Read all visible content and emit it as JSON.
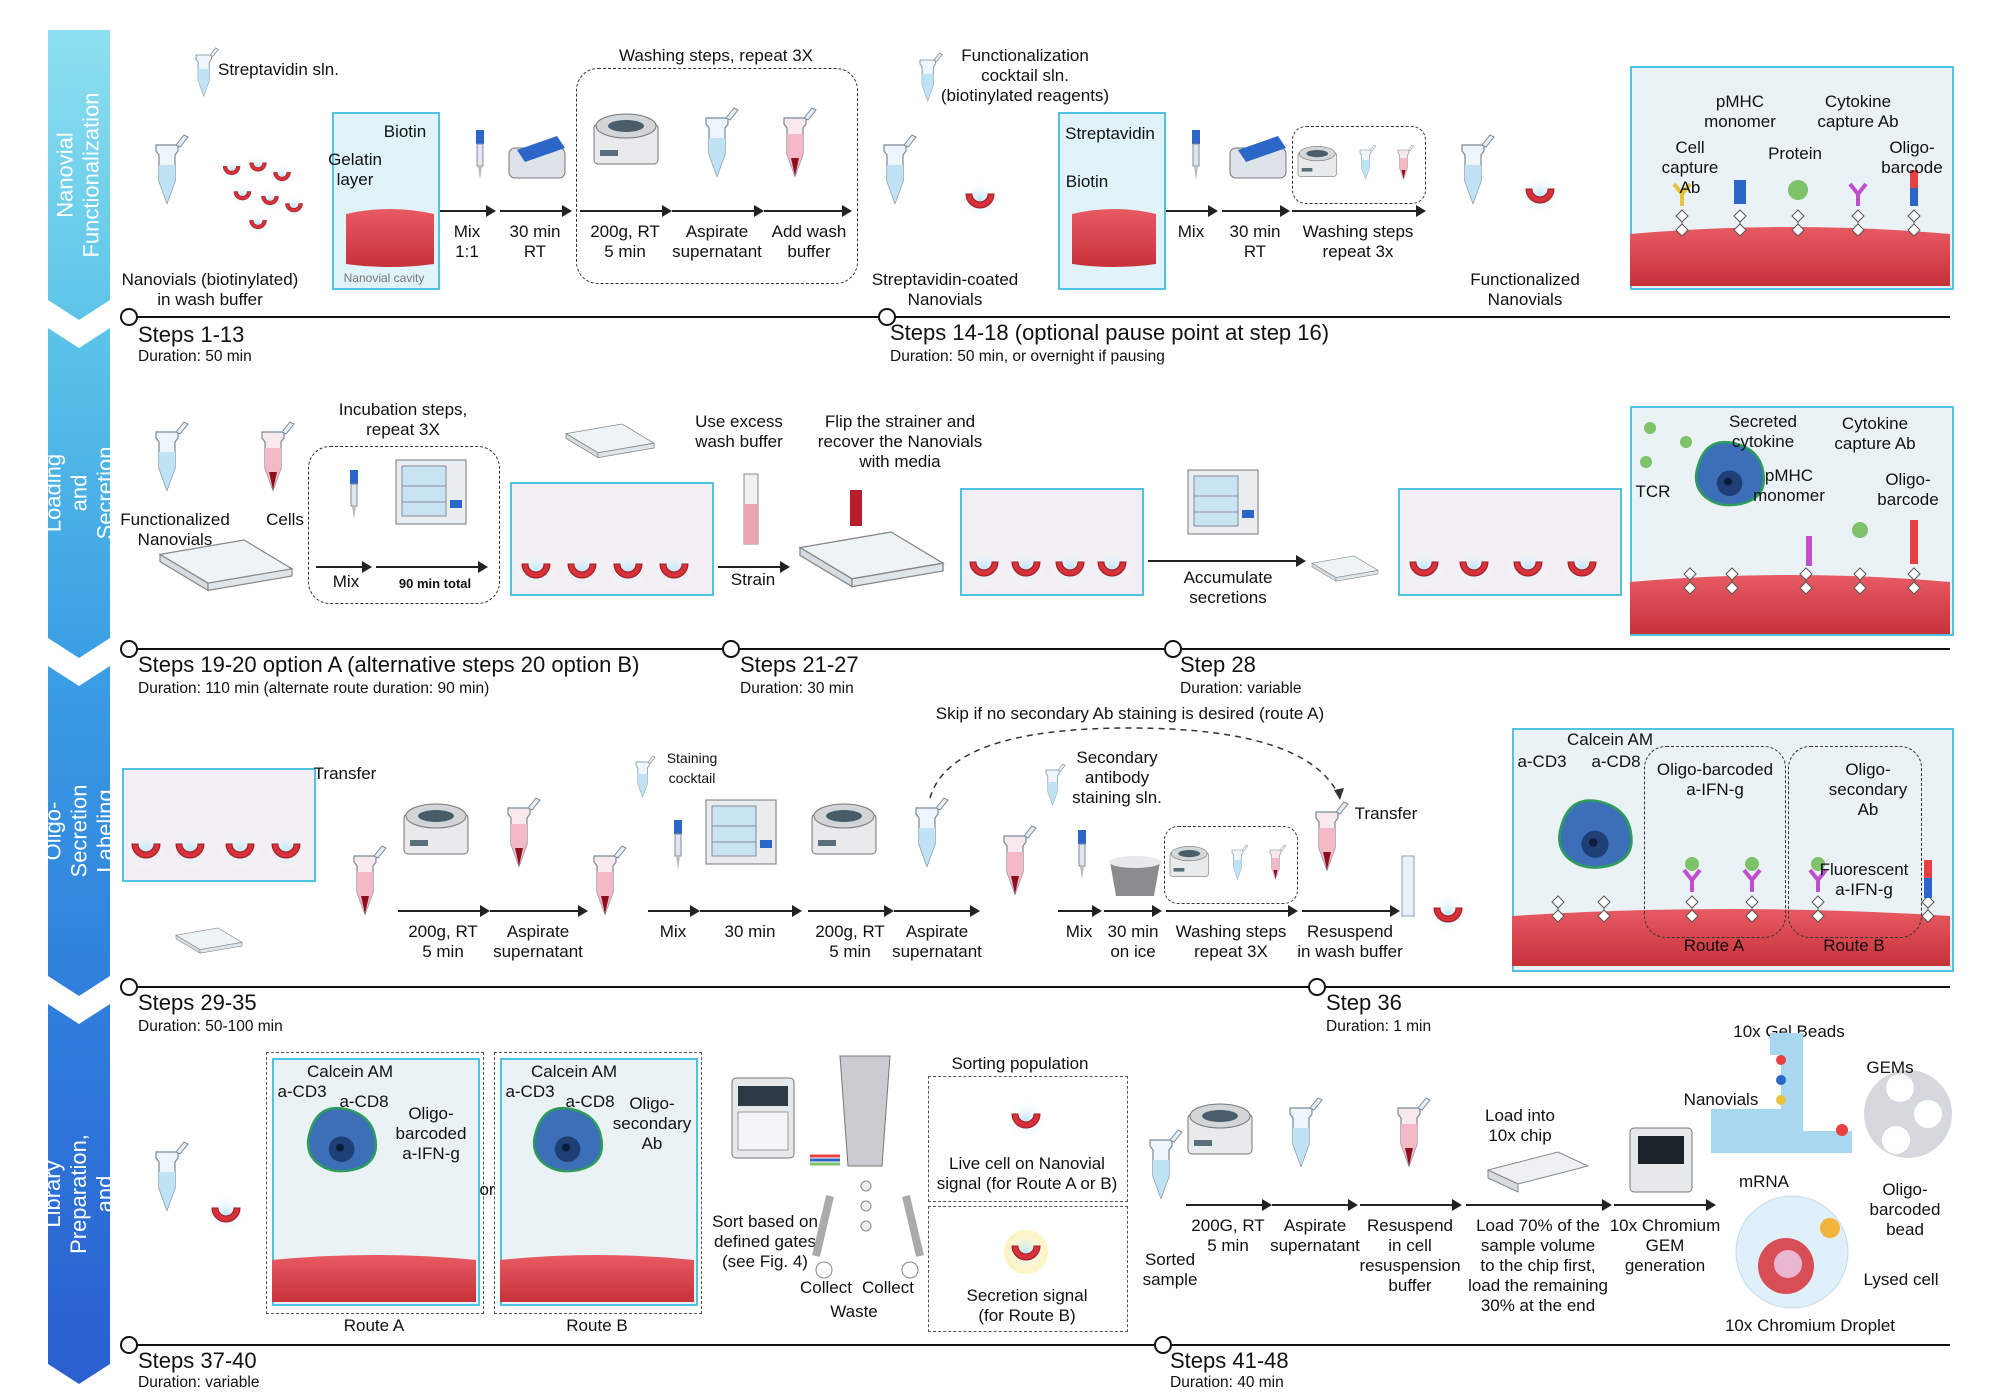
{
  "colors": {
    "band_top": "#7fd6ec",
    "band_bottom": "#2d6fd6",
    "accent": "#4fc3e0",
    "surface": "#d9414a"
  },
  "icons": [
    "tube-icon",
    "pipette-icon",
    "centrifuge-icon",
    "rocker-icon",
    "incubator-icon",
    "well-plate-icon",
    "nanovial-icon",
    "cell-icon",
    "sorter-icon",
    "chromium-icon",
    "chip-icon",
    "ice-bucket-icon"
  ],
  "bands": {
    "b1": "Nanovial\nFunctionalization",
    "b2": "Cell Loading and\nSecretion Capture",
    "b3": "Oligo-Secretion Labeling",
    "b4": "FACS, Library Preparation,\nand Sequencing"
  },
  "row1": {
    "streptavidin_sln": "Streptavidin sln.",
    "nanovials_label": "Nanovials (biotinylated)\nin wash buffer",
    "gelatin": "Gelatin\nlayer",
    "biotin": "Biotin",
    "cavity": "Nanovial cavity",
    "mix": "Mix\n1:1",
    "rt": "30 min\nRT",
    "washing_title": "Washing steps, repeat 3X",
    "spin": "200g, RT\n5 min",
    "aspirate": "Aspirate\nsupernatant",
    "add_wash": "Add wash\nbuffer",
    "func_cocktail": "Functionalization\ncocktail sln.\n(biotinylated reagents)",
    "strep_coated": "Streptavidin-coated\nNanovials",
    "streptavidin": "Streptavidin",
    "biotin2": "Biotin",
    "mix2": "Mix",
    "rt2": "30 min\nRT",
    "washing2": "Washing steps\nrepeat 3x",
    "functionalized": "Functionalized\nNanovials",
    "cell_capture": "Cell\ncapture Ab",
    "pmhc": "pMHC\nmonomer",
    "protein": "Protein",
    "cytokine_capture": "Cytokine\ncapture Ab",
    "oligo_barcode": "Oligo-\nbarcode",
    "steps_a": "Steps 1-13",
    "dur_a": "Duration: 50 min",
    "steps_b": "Steps 14-18 (optional pause point at step 16)",
    "dur_b": "Duration: 50 min, or overnight if pausing"
  },
  "row2": {
    "functionalized": "Functionalized\nNanovials",
    "cells": "Cells",
    "incubation": "Incubation steps,\nrepeat 3X",
    "mix": "Mix",
    "total": "90 min total",
    "use_excess": "Use excess\nwash buffer",
    "flip": "Flip the strainer and\nrecover the Nanovials\nwith media",
    "strain": "Strain",
    "accumulate": "Accumulate\nsecretions",
    "secreted": "Secreted\ncytokine",
    "cytokine_capture": "Cytokine\ncapture Ab",
    "tcr": "TCR",
    "pmhc": "pMHC\nmonomer",
    "oligo_barcode": "Oligo-\nbarcode",
    "steps_a": "Steps 19-20 option A (alternative steps 20 option B)",
    "dur_a": "Duration: 110 min (alternate route duration: 90 min)",
    "steps_b": "Steps 21-27",
    "dur_b": "Duration: 30 min",
    "steps_c": "Step 28",
    "dur_c": "Duration: variable"
  },
  "row3": {
    "skip": "Skip if no secondary Ab staining is desired (route A)",
    "transfer": "Transfer",
    "staining": "Staining\ncocktail",
    "spin": "200g, RT\n5 min",
    "aspirate": "Aspirate\nsupernatant",
    "mix": "Mix",
    "min30": "30 min",
    "spin2": "200g, RT\n5 min",
    "aspirate2": "Aspirate\nsupernatant",
    "secondary": "Secondary\nantibody\nstaining sln.",
    "mix2": "Mix",
    "on_ice": "30 min\non ice",
    "washing": "Washing steps\nrepeat 3X",
    "transfer2": "Transfer",
    "resuspend": "Resuspend\nin wash buffer",
    "calcein": "Calcein AM",
    "acd3": "a-CD3",
    "acd8": "a-CD8",
    "oligo_ifn": "Oligo-barcoded\na-IFN-g",
    "oligo_secondary": "Oligo-\nsecondary\nAb",
    "fluorescent": "Fluorescent\na-IFN-g",
    "route_a": "Route A",
    "route_b": "Route B",
    "steps_a": "Steps 29-35",
    "dur_a": "Duration: 50-100 min",
    "steps_b": "Step 36",
    "dur_b": "Duration: 1 min"
  },
  "row4": {
    "calcein_a": "Calcein AM",
    "acd3_a": "a-CD3",
    "acd8_a": "a-CD8",
    "oligo_ifn": "Oligo-\nbarcoded\na-IFN-g",
    "or": "or",
    "calcein_b": "Calcein AM",
    "acd3_b": "a-CD3",
    "acd8_b": "a-CD8",
    "oligo_secondary": "Oligo-\nsecondary\nAb",
    "route_a": "Route A",
    "route_b": "Route B",
    "sort": "Sort based on\ndefined gates\n(see Fig. 4)",
    "collect1": "Collect",
    "collect2": "Collect",
    "waste": "Waste",
    "sorting_pop": "Sorting population",
    "live_cell": "Live cell on Nanovial\nsignal (for Route A or B)",
    "secretion_sig": "Secretion signal\n(for Route B)",
    "sorted": "Sorted\nsample",
    "spin": "200G, RT\n5 min",
    "aspirate": "Aspirate\nsupernatant",
    "resuspend": "Resuspend\nin cell\nresuspension\nbuffer",
    "load_chip": "Load into\n10x chip",
    "load70": "Load 70% of the\nsample volume\nto the chip first,\nload the remaining\n30% at the end",
    "chromium": "10x Chromium\nGEM\ngeneration",
    "gel_beads": "10x Gel Beads",
    "nanovials": "Nanovials",
    "gems": "GEMs",
    "mrna": "mRNA",
    "oligo_bead": "Oligo-\nbarcoded\nbead",
    "lysed": "Lysed cell",
    "droplet": "10x Chromium Droplet",
    "steps_a": "Steps 37-40",
    "dur_a": "Duration: variable",
    "steps_b": "Steps 41-48",
    "dur_b": "Duration: 40 min"
  }
}
